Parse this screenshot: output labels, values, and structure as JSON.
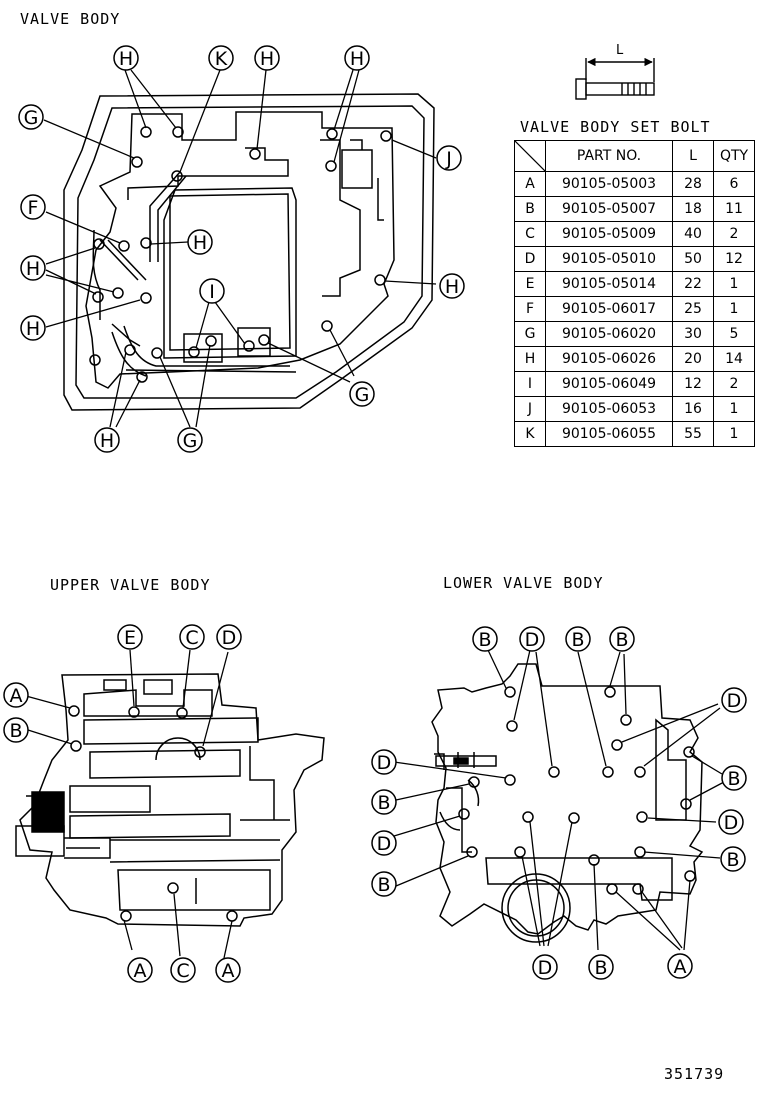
{
  "headings": {
    "valve_body": "VALVE BODY",
    "upper_valve_body": "UPPER VALVE BODY",
    "lower_valve_body": "LOWER VALVE BODY",
    "drawing_number": "351739"
  },
  "bolt_icon": {
    "dimension_label": "L"
  },
  "table": {
    "title": "VALVE BODY SET BOLT",
    "headers": {
      "part_no": "PART NO.",
      "length": "L",
      "qty": "QTY"
    },
    "rows": [
      {
        "id": "A",
        "part_no": "90105-05003",
        "l": "28",
        "qty": "6"
      },
      {
        "id": "B",
        "part_no": "90105-05007",
        "l": "18",
        "qty": "11"
      },
      {
        "id": "C",
        "part_no": "90105-05009",
        "l": "40",
        "qty": "2"
      },
      {
        "id": "D",
        "part_no": "90105-05010",
        "l": "50",
        "qty": "12"
      },
      {
        "id": "E",
        "part_no": "90105-05014",
        "l": "22",
        "qty": "1"
      },
      {
        "id": "F",
        "part_no": "90105-06017",
        "l": "25",
        "qty": "1"
      },
      {
        "id": "G",
        "part_no": "90105-06020",
        "l": "30",
        "qty": "5"
      },
      {
        "id": "H",
        "part_no": "90105-06026",
        "l": "20",
        "qty": "14"
      },
      {
        "id": "I",
        "part_no": "90105-06049",
        "l": "12",
        "qty": "2"
      },
      {
        "id": "J",
        "part_no": "90105-06053",
        "l": "16",
        "qty": "1"
      },
      {
        "id": "K",
        "part_no": "90105-06055",
        "l": "55",
        "qty": "1"
      }
    ]
  },
  "callout_labels": {
    "valve_body": [
      "H",
      "K",
      "H",
      "H",
      "G",
      "J",
      "F",
      "H",
      "H",
      "H",
      "I",
      "G",
      "H",
      "G"
    ],
    "upper_valve_body": [
      "E",
      "C",
      "D",
      "A",
      "B",
      "A",
      "C",
      "A"
    ],
    "lower_valve_body": [
      "B",
      "D",
      "B",
      "B",
      "D",
      "D",
      "B",
      "B",
      "D",
      "D",
      "B",
      "B",
      "D",
      "B",
      "A"
    ]
  }
}
